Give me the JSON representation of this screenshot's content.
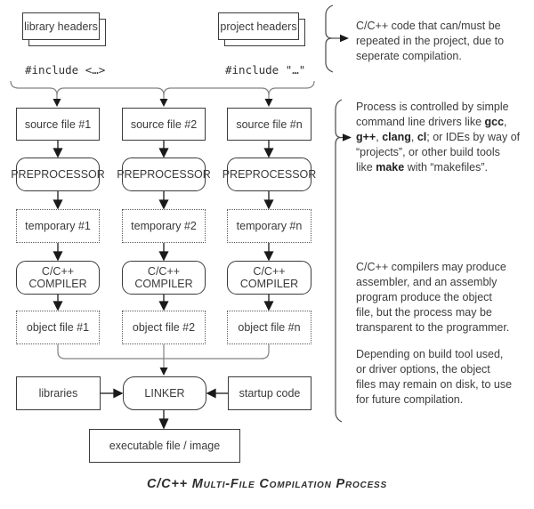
{
  "diagram": {
    "headers": {
      "library": {
        "label": "library headers",
        "include": "#include <…>"
      },
      "project": {
        "label": "project headers",
        "include": "#include \"…\""
      }
    },
    "columns": [
      {
        "source": "source file #1",
        "preprocessor": "PREPROCESSOR",
        "temporary": "temporary #1",
        "compiler": "C/C++ COMPILER",
        "object": "object file #1"
      },
      {
        "source": "source file #2",
        "preprocessor": "PREPROCESSOR",
        "temporary": "temporary #2",
        "compiler": "C/C++ COMPILER",
        "object": "object file #2"
      },
      {
        "source": "source file #n",
        "preprocessor": "PREPROCESSOR",
        "temporary": "temporary #n",
        "compiler": "C/C++ COMPILER",
        "object": "object file #n"
      }
    ],
    "link_stage": {
      "libraries": "libraries",
      "linker": "LINKER",
      "startup": "startup code",
      "executable": "executable file / image"
    },
    "caption": "C/C++ Multi-File Compilation Process"
  },
  "notes": {
    "headers_note": {
      "text": "C/C++ code that can/must be\nrepeated in the project, due to\nseperate compilation."
    },
    "drivers_note": {
      "segments": {
        "s0": "Process is controlled by simple\ncommand line drivers like ",
        "s1": "gcc",
        "s2": ", ",
        "s3": "g++",
        "s4": ", ",
        "s5": "clang",
        "s6": ", ",
        "s7": "cl",
        "s8": "; or IDEs by way of\n“projects”, or other build tools\nlike ",
        "s9": "make",
        "s10": " with “makefiles”."
      }
    },
    "compiler_note": {
      "text": "C/C++ compilers may produce\nassembler, and an assembly\nprogram produce the object\nfile, but the process may be\ntransparent to the programmer."
    },
    "object_note": {
      "text": "Depending on build tool used,\nor driver options, the object\nfiles may remain on disk, to use\nfor future compilation."
    }
  },
  "colors": {
    "box_border": "#3b3b3b",
    "text": "#3c3c3c",
    "connector_gray": "#828282",
    "arrowhead_black": "#1a1a1a",
    "brace": "#4a4a4a"
  }
}
